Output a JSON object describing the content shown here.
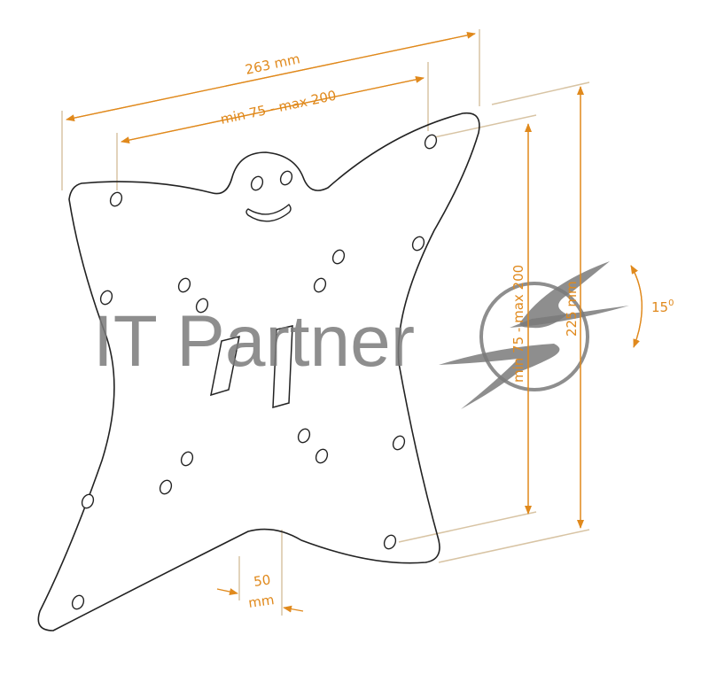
{
  "colors": {
    "dimension": "#e0891c",
    "extension_line": "#d8c4a4",
    "outline": "#222222",
    "watermark": "#7a7a7a"
  },
  "dimensions": {
    "overall_width": "263 mm",
    "hole_spacing_horizontal": "min 75 - max 200",
    "hole_spacing_vertical": "min 75 - max 200",
    "overall_height": "225 mm",
    "tilt": "15",
    "tilt_unit": "0",
    "slot_offset_value": "50",
    "slot_offset_unit": "mm"
  },
  "watermark": {
    "text": "IT Partner",
    "logo": "s-swoosh-circle-logo"
  }
}
